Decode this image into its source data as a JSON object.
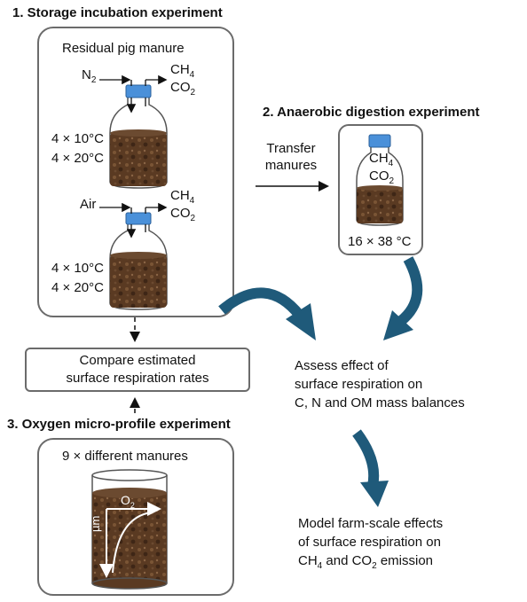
{
  "sections": {
    "storage": {
      "title": "1. Storage incubation experiment",
      "manure_label": "Residual pig manure",
      "bottle1": {
        "gas_in": "N",
        "gas_in_sub": "2",
        "out1": "CH",
        "out1_sub": "4",
        "out2": "CO",
        "out2_sub": "2",
        "cond1": "4 × 10°C",
        "cond2": "4 × 20°C"
      },
      "bottle2": {
        "gas_in": "Air",
        "out1": "CH",
        "out1_sub": "4",
        "out2": "CO",
        "out2_sub": "2",
        "cond1": "4 × 10°C",
        "cond2": "4 × 20°C"
      }
    },
    "digestion": {
      "title": "2. Anaerobic digestion experiment",
      "transfer_line1": "Transfer",
      "transfer_line2": "manures",
      "gas1": "CH",
      "gas1_sub": "4",
      "gas2": "CO",
      "gas2_sub": "2",
      "condition": "16 × 38 °C"
    },
    "compare": {
      "line1": "Compare estimated",
      "line2": "surface respiration rates"
    },
    "assess": {
      "line1": "Assess effect of",
      "line2": "surface respiration on",
      "line3": "C, N and OM mass balances"
    },
    "profile": {
      "title": "3. Oxygen micro-profile experiment",
      "manures_label": "9 × different manures",
      "o2": "O",
      "o2_sub": "2",
      "depth_unit": "µm"
    },
    "model": {
      "line1": "Model farm-scale effects",
      "line2": "of surface respiration on",
      "line3_a": "CH",
      "line3_a_sub": "4",
      "line3_b": " and CO",
      "line3_b_sub": "2",
      "line3_c": " emission"
    }
  },
  "colors": {
    "manure": "#5a3a22",
    "cap": "#4a90d9",
    "arrow": "#1f5a7a",
    "border": "#6b6b6b"
  }
}
